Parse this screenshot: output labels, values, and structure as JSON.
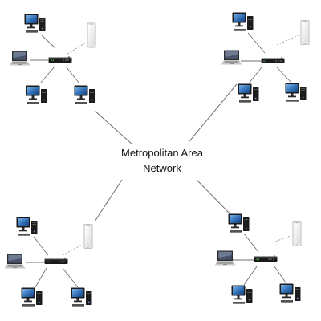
{
  "diagram": {
    "center": {
      "line1": "Metropolitan Area",
      "line2": "Network"
    },
    "lans": [
      {
        "id": "lan-top-left",
        "devices": [
          "desktop",
          "phone",
          "laptop",
          "router",
          "desktop",
          "desktop"
        ]
      },
      {
        "id": "lan-top-right",
        "devices": [
          "desktop",
          "phone",
          "laptop",
          "router",
          "desktop",
          "desktop"
        ]
      },
      {
        "id": "lan-bottom-left",
        "devices": [
          "desktop",
          "phone",
          "laptop",
          "router",
          "desktop",
          "desktop"
        ]
      },
      {
        "id": "lan-bottom-right",
        "devices": [
          "desktop",
          "phone",
          "laptop",
          "router",
          "desktop",
          "desktop"
        ]
      }
    ],
    "colors": {
      "line": "#6f6f6f",
      "wifi_link": "#9a9a9a",
      "monitor_frame": "#1c1c1c",
      "screen": "#2f6fb7",
      "router": "#1a1a1a",
      "phone_body": "#f2f2f2"
    }
  }
}
